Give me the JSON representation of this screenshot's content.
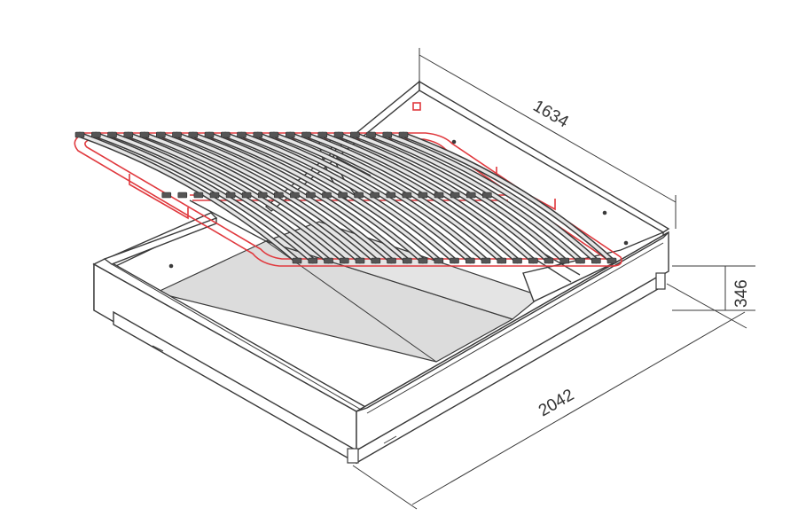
{
  "dimensions": {
    "width": "1634",
    "length": "2042",
    "height": "346"
  },
  "colors": {
    "outline": "#3a3a3a",
    "frame_highlight": "#e0393e",
    "base_panel": "#dcdcdc",
    "slat_fill": "#e6e6e6",
    "background": "#ffffff"
  }
}
